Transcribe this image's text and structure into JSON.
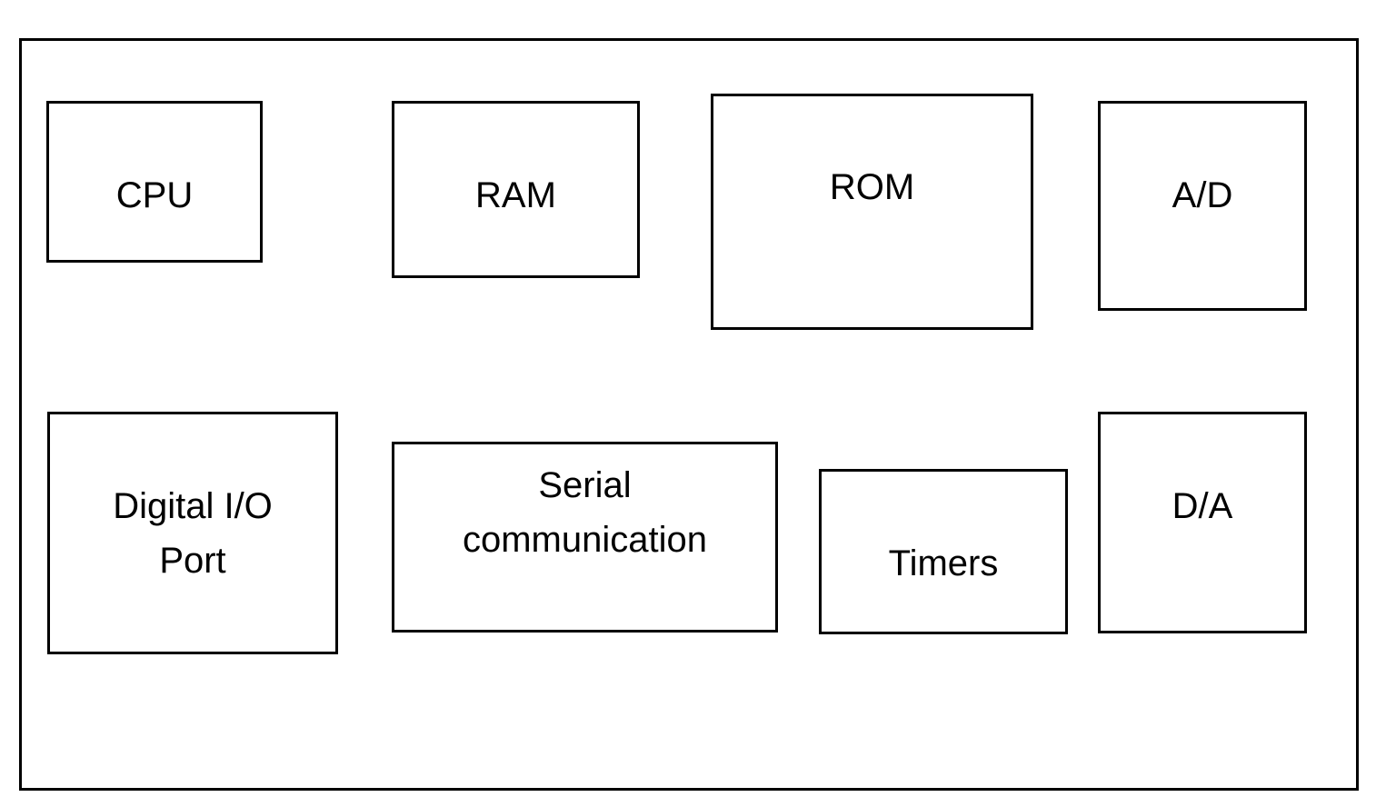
{
  "colors": {
    "background": "#ffffff",
    "line": "#000000",
    "text": "#000000"
  },
  "diagram": {
    "type": "block-diagram",
    "blocks": [
      {
        "id": "cpu",
        "lines": [
          "CPU"
        ]
      },
      {
        "id": "ram",
        "lines": [
          "RAM"
        ]
      },
      {
        "id": "rom",
        "lines": [
          "ROM"
        ]
      },
      {
        "id": "analog-to-digital",
        "lines": [
          "A/D"
        ]
      },
      {
        "id": "digital-io-port",
        "lines": [
          "Digital I/O",
          "Port"
        ]
      },
      {
        "id": "serial-communication",
        "lines": [
          "Serial",
          "communication"
        ]
      },
      {
        "id": "timers",
        "lines": [
          "Timers"
        ]
      },
      {
        "id": "digital-to-analog",
        "lines": [
          "D/A"
        ]
      }
    ]
  }
}
